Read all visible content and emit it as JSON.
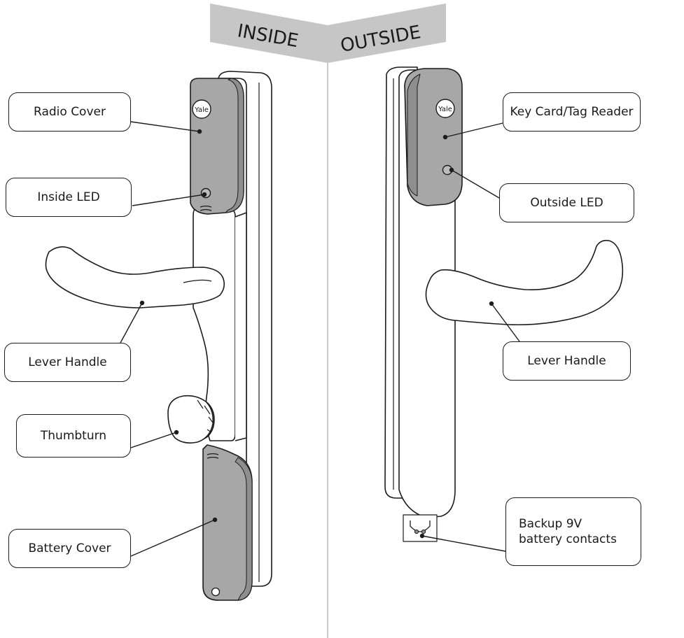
{
  "colors": {
    "banner": "#c6c6c6",
    "device_body": "#ffffff",
    "module": "#a7a7a7",
    "module_dark": "#8e8e8e",
    "outline": "#1c1c1c",
    "divider": "#b9b9b9"
  },
  "headers": {
    "inside": "INSIDE",
    "outside": "OUTSIDE"
  },
  "logos": {
    "inside": "Yale",
    "outside": "Yale"
  },
  "labels": {
    "radio_cover": "Radio Cover",
    "inside_led": "Inside LED",
    "lever_handle_inside": "Lever Handle",
    "thumbturn": "Thumbturn",
    "battery_cover": "Battery Cover",
    "key_card_reader": "Key Card/Tag Reader",
    "outside_led": "Outside LED",
    "lever_handle_outside": "Lever Handle",
    "backup_battery_line1": "Backup 9V",
    "backup_battery_line2": "battery contacts"
  }
}
